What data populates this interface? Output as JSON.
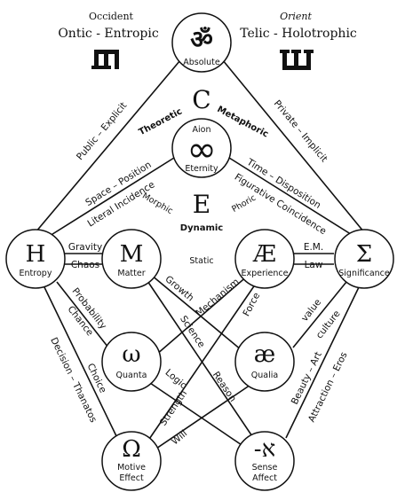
{
  "headers": {
    "left_small": "Occident",
    "left_main": "Ontic - Entropic",
    "right_small": "Orient",
    "right_main": "Telic - Holotrophic"
  },
  "nodes": {
    "absolute": {
      "symbol": "ॐ",
      "label": "Absolute"
    },
    "aion": {
      "symbol": "∞",
      "label1": "Aion",
      "label2": "Eternity"
    },
    "entropy": {
      "symbol": "H",
      "label": "Entropy"
    },
    "matter": {
      "symbol": "M",
      "label": "Matter"
    },
    "experience": {
      "symbol": "Æ",
      "label": "Experience"
    },
    "significance": {
      "symbol": "Σ",
      "label": "Significance"
    },
    "quanta": {
      "symbol": "ω",
      "label": "Quanta"
    },
    "qualia": {
      "symbol": "æ",
      "label": "Qualia"
    },
    "motive": {
      "symbol": "Ω",
      "label1": "Motive",
      "label2": "Effect"
    },
    "sense": {
      "symbol": "-א",
      "label1": "Sense",
      "label2": "Affect"
    }
  },
  "center": {
    "c_letter": "C",
    "e_letter": "E",
    "dynamic": "Dynamic",
    "static": "Static",
    "theoretic": "Theoretic",
    "metaphoric": "Metaphoric",
    "morphic": "Morphic",
    "phoric": "Phoric"
  },
  "edges": {
    "public_explicit": "Public  –  Explicit",
    "private_implicit": "Private  –  Implicit",
    "space_position": "Space  –  Position",
    "literal_incidence": "Literal Incidence",
    "time_disposition": "Time  –  Disposition",
    "figurative_coincidence": "Figurative Coincidence",
    "gravity": "Gravity",
    "chaos": "Chaos",
    "em": "E.M.",
    "law": "Law",
    "growth": "Growth",
    "mechanism": "Mechanism",
    "force": "Force",
    "probability": "Probability",
    "chance": "Chance",
    "value": "value",
    "culture": "culture",
    "science": "Science",
    "reason": "Reason",
    "logic": "Logic",
    "strength": "Strength",
    "will": "Will",
    "decision_thanatos": "Decision  –  Thanatos",
    "choice": "Choice",
    "beauty_art": "Beauty  –  Art",
    "attraction_eros": "Attraction  –  Eros"
  },
  "icons": {
    "left_glyph": "hebrew-mem-icon",
    "right_glyph": "hebrew-shin-icon"
  }
}
